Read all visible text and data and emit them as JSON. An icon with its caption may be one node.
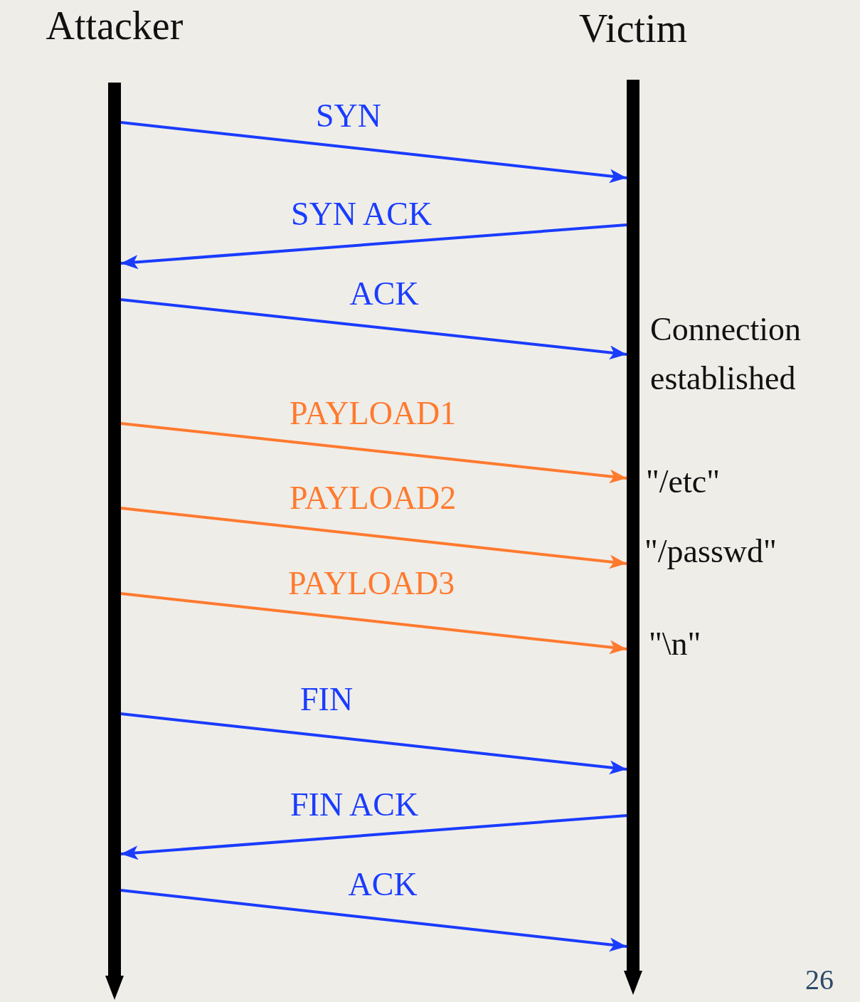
{
  "diagram": {
    "nodes": [
      {
        "text": [
          "Attacker"
        ]
      },
      {
        "text": [
          "Victim"
        ]
      }
    ],
    "edges": [
      {
        "from": 0,
        "to": 1,
        "arrow": "to",
        "label": "SYN"
      },
      {
        "from": 1,
        "to": 0,
        "arrow": "to",
        "label": "SYN ACK"
      },
      {
        "from": 0,
        "to": 1,
        "arrow": "to",
        "label": "ACK"
      },
      {
        "from": 0,
        "to": 1,
        "arrow": "to",
        "label": "PAYLOAD1",
        "color": "#ff7a2e"
      },
      {
        "from": 0,
        "to": 1,
        "arrow": "to",
        "label": "PAYLOAD2",
        "color": "#ff7a2e"
      },
      {
        "from": 0,
        "to": 1,
        "arrow": "to",
        "label": "PAYLOAD3",
        "color": "#ff7a2e"
      },
      {
        "from": 0,
        "to": 1,
        "arrow": "to",
        "label": "FIN"
      },
      {
        "from": 1,
        "to": 0,
        "arrow": "to",
        "label": "FIN ACK"
      },
      {
        "from": 0,
        "to": 1,
        "arrow": "to",
        "label": "ACK"
      }
    ],
    "labels": [
      "Connection established",
      "\"/etc\"",
      "\"/passwd\"",
      "\"\\n\"",
      "26"
    ]
  }
}
